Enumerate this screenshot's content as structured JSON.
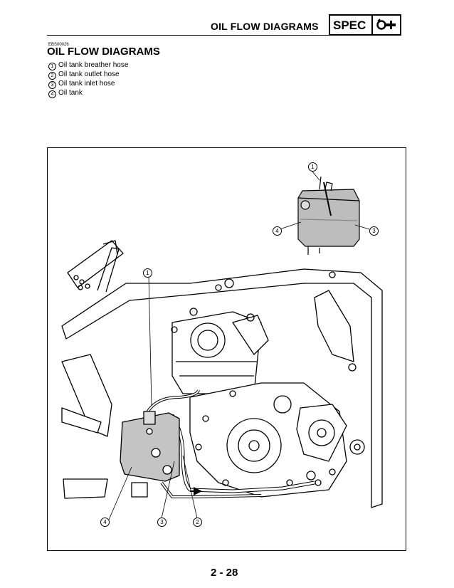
{
  "header": {
    "section_title": "OIL FLOW DIAGRAMS",
    "badge": "SPEC",
    "badge_icon": "wrench-gauge-icon"
  },
  "doc_code": "EBS00026",
  "title": "OIL FLOW DIAGRAMS",
  "legend": [
    {
      "num": "1",
      "label": "Oil tank breather hose"
    },
    {
      "num": "2",
      "label": "Oil tank outlet hose"
    },
    {
      "num": "3",
      "label": "Oil tank inlet hose"
    },
    {
      "num": "4",
      "label": "Oil tank"
    }
  ],
  "callouts": {
    "c1_top": "1",
    "c3_top": "3",
    "c4_top": "4",
    "c1_main": "1",
    "c4_bottom": "4",
    "c3_bottom": "3",
    "c2_bottom": "2"
  },
  "page_number": "2 - 28"
}
